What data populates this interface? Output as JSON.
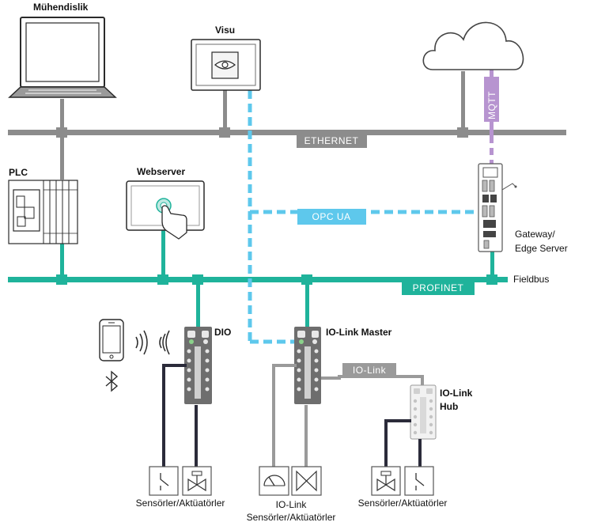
{
  "labels": {
    "engineering": "Mühendislik",
    "visu": "Visu",
    "plc": "PLC",
    "webserver": "Webserver",
    "gateway_line1": "Gateway/",
    "gateway_line2": "Edge Server",
    "fieldbus": "Fieldbus",
    "dio": "DIO",
    "iolink_master": "IO-Link Master",
    "iolink_hub_line1": "IO-Link",
    "iolink_hub_line2": "Hub",
    "sensors_left": "Sensörler/Aktüatörler",
    "iolink_sensors_line1": "IO-Link",
    "iolink_sensors_line2": "Sensörler/Aktüatörler",
    "sensors_right": "Sensörler/Aktüatörler"
  },
  "buses": {
    "ethernet": "ETHERNET",
    "opcua": "OPC UA",
    "profinet": "PROFINET",
    "mqtt": "MQTT",
    "iolink": "IO-Link"
  },
  "colors": {
    "ethernet": "#8c8c8c",
    "profinet": "#1fb39b",
    "opcua": "#5ec8ec",
    "mqtt": "#b794d0",
    "device_dark": "#6e6e6e",
    "wire_dark": "#2b2b3a",
    "wire_gray": "#9a9a9a"
  },
  "icons": [
    "laptop-icon",
    "monitor-eye-icon",
    "cloud-icon",
    "plc-icon",
    "touch-screen-icon",
    "gateway-icon",
    "phone-icon",
    "wireless-icon",
    "bluetooth-icon",
    "io-module-icon",
    "switch-sensor-icon",
    "valve-icon",
    "gauge-sensor-icon"
  ]
}
